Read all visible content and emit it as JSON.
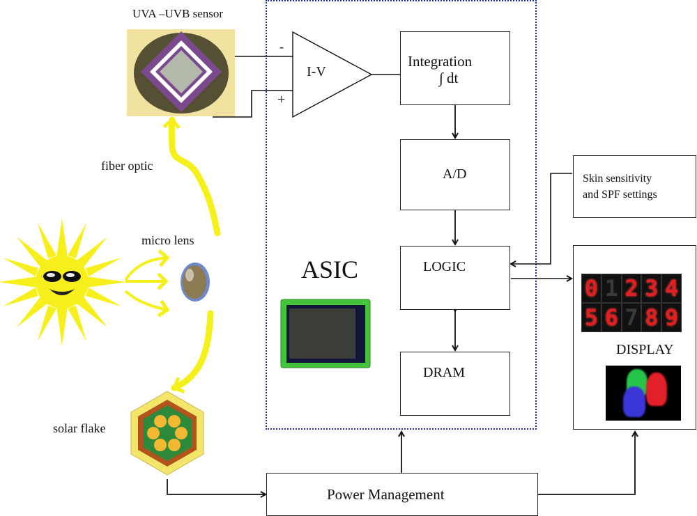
{
  "sensor": {
    "label": "UVA –UVB sensor"
  },
  "amplifier": {
    "label": "I-V",
    "minus": "-",
    "plus": "+"
  },
  "blocks": {
    "integration": {
      "line1": "Integration",
      "line2": "∫ dt"
    },
    "adc": {
      "label": "A/D"
    },
    "logic": {
      "label": "LOGIC"
    },
    "dram": {
      "label": "DRAM"
    },
    "power": {
      "label": "Power Management"
    },
    "settings": {
      "line1": "Skin sensitivity",
      "line2": "and SPF settings"
    },
    "display": {
      "label": "DISPLAY"
    }
  },
  "asic": {
    "label": "ASIC"
  },
  "optics": {
    "fiber": "fiber optic",
    "lens": "micro lens",
    "solar": "solar flake"
  },
  "seven_segment": {
    "row1": [
      "0",
      "1",
      "2",
      "3",
      "4"
    ],
    "row2": [
      "5",
      "6",
      "7",
      "8",
      "9"
    ],
    "dim_digits": [
      "1",
      "7"
    ]
  },
  "colors": {
    "asic_border": "#1a2a9a",
    "light_arrows": "#f5ef1a",
    "segment_on": "#e02020"
  }
}
